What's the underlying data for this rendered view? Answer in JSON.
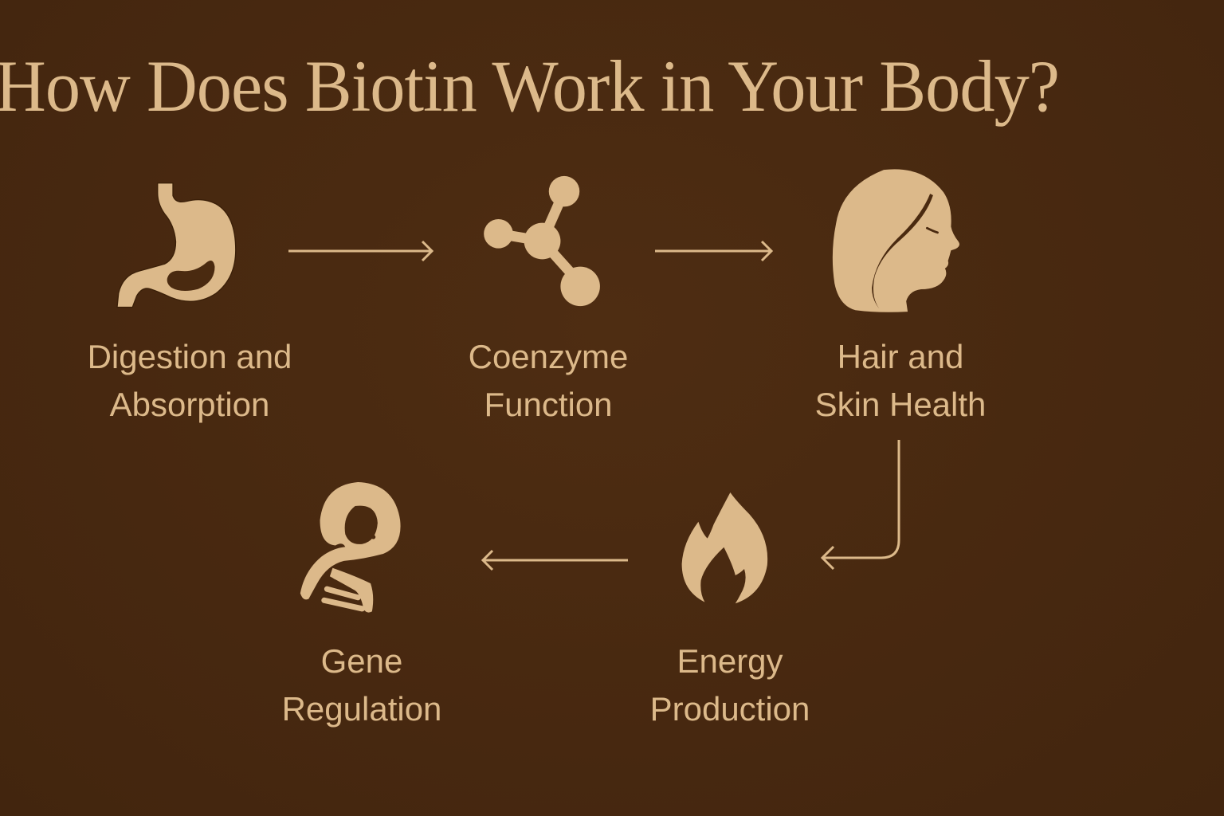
{
  "title": "How Does Biotin Work in Your Body?",
  "colors": {
    "background": "#4a2a10",
    "foreground": "#dcb98a"
  },
  "steps": [
    {
      "icon": "stomach-icon",
      "line1": "Digestion and",
      "line2": "Absorption"
    },
    {
      "icon": "molecule-icon",
      "line1": "Coenzyme",
      "line2": "Function"
    },
    {
      "icon": "woman-profile-icon",
      "line1": "Hair and",
      "line2": "Skin Health"
    },
    {
      "icon": "flame-icon",
      "line1": "Energy",
      "line2": "Production"
    },
    {
      "icon": "dna-icon",
      "line1": "Gene",
      "line2": "Regulation"
    }
  ],
  "flow": [
    {
      "from": "Digestion and Absorption",
      "to": "Coenzyme Function",
      "direction": "right"
    },
    {
      "from": "Coenzyme Function",
      "to": "Hair and Skin Health",
      "direction": "right"
    },
    {
      "from": "Hair and Skin Health",
      "to": "Energy Production",
      "direction": "down-left"
    },
    {
      "from": "Energy Production",
      "to": "Gene Regulation",
      "direction": "left"
    }
  ]
}
